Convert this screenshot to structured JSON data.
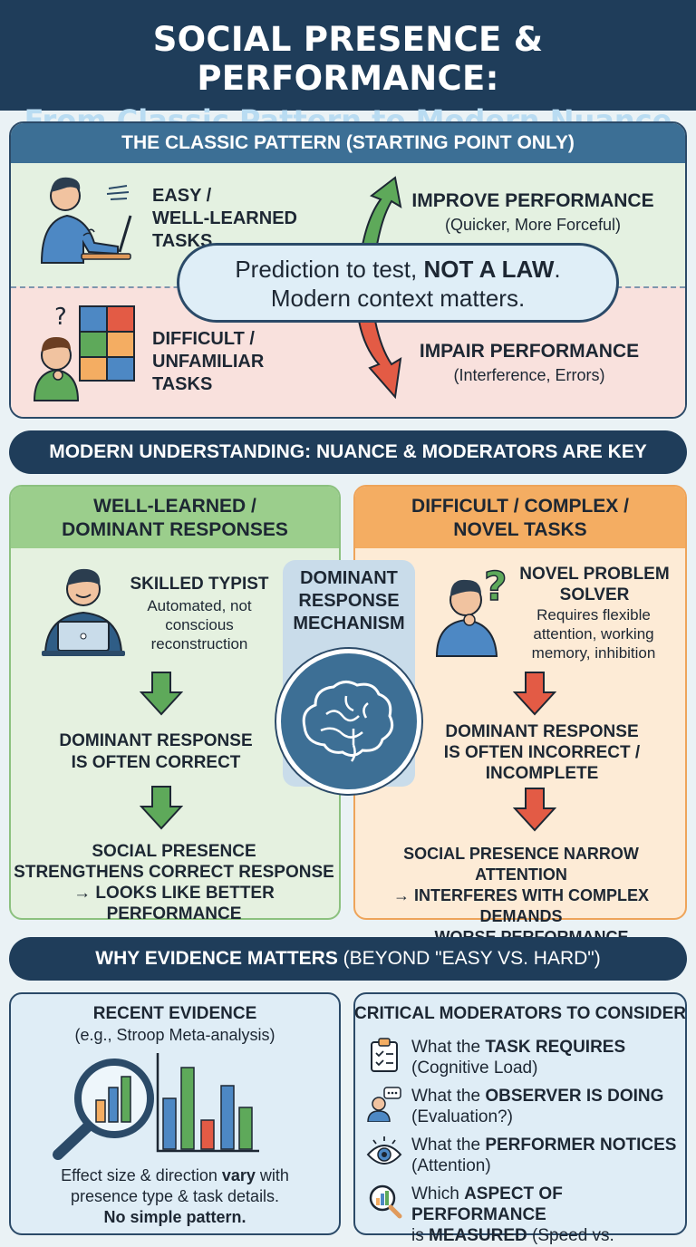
{
  "header": {
    "title": "SOCIAL PRESENCE & PERFORMANCE:",
    "subtitle": "From Classic Pattern to Modern Nuance"
  },
  "classic": {
    "title": "THE CLASSIC PATTERN (STARTING POINT ONLY)",
    "easy_label": "EASY / WELL-LEARNED TASKS",
    "easy_lines": [
      "EASY /",
      "WELL-LEARNED",
      "TASKS"
    ],
    "improve_head": "IMPROVE PERFORMANCE",
    "improve_sub": "(Quicker, More Forceful)",
    "difficult_lines": [
      "DIFFICULT /",
      "UNFAMILIAR",
      "TASKS"
    ],
    "impair_head": "IMPAIR PERFORMANCE",
    "impair_sub": "(Interference, Errors)",
    "callout_pre": "Prediction to test, ",
    "callout_bold": "NOT A LAW",
    "callout_post": ".",
    "callout_line2": "Modern context matters."
  },
  "modern": {
    "banner": "MODERN UNDERSTANDING: NUANCE & MODERATORS ARE KEY",
    "left": {
      "title_lines": [
        "WELL-LEARNED /",
        "DOMINANT RESPONSES"
      ],
      "person_title": "SKILLED TYPIST",
      "person_desc": [
        "Automated, not",
        "conscious",
        "reconstruction"
      ],
      "step1": [
        "DOMINANT RESPONSE",
        "IS OFTEN CORRECT"
      ],
      "step2": [
        "SOCIAL PRESENCE",
        "STRENGTHENS CORRECT RESPONSE",
        "→ LOOKS LIKE BETTER PERFORMANCE"
      ]
    },
    "center": {
      "lines": [
        "DOMINANT",
        "RESPONSE",
        "MECHANISM"
      ]
    },
    "right": {
      "title_lines": [
        "DIFFICULT / COMPLEX /",
        "NOVEL TASKS"
      ],
      "person_title": [
        "NOVEL PROBLEM",
        "SOLVER"
      ],
      "person_desc": [
        "Requires flexible",
        "attention, working",
        "memory, inhibition"
      ],
      "step1": [
        "DOMINANT RESPONSE",
        "IS OFTEN INCORRECT /",
        "INCOMPLETE"
      ],
      "step2": [
        "SOCIAL PRESENCE NARROW ATTENTION",
        "→ INTERFERES WITH COMPLEX DEMANDS",
        "→ WORSE PERFORMANCE"
      ]
    }
  },
  "evidence": {
    "banner_bold": "WHY EVIDENCE MATTERS",
    "banner_light": " (BEYOND \"EASY VS. HARD\")",
    "recent_title": "RECENT EVIDENCE",
    "recent_sub": "(e.g., Stroop Meta-analysis)",
    "summary_a": "Effect size & direction ",
    "summary_bold": "vary",
    "summary_b": " with",
    "summary_line2": "presence type & task details.",
    "summary_line3": "No simple pattern.",
    "moderators_title": "CRITICAL MODERATORS TO CONSIDER",
    "moderators": [
      {
        "icon": "clipboard-icon",
        "pre": "What the ",
        "bold": "TASK REQUIRES",
        "line2": "(Cognitive Load)"
      },
      {
        "icon": "observer-icon",
        "pre": "What the ",
        "bold": "OBSERVER IS DOING",
        "line2": "(Evaluation?)"
      },
      {
        "icon": "eye-icon",
        "pre": "What the ",
        "bold": "PERFORMER NOTICES",
        "line2": "(Attention)"
      },
      {
        "icon": "magnifier-chart-icon",
        "pre": "Which ",
        "bold": "ASPECT OF PERFORMANCE",
        "line2_pre": "is ",
        "line2_bold": "MEASURED",
        "line2_post": " (Speed vs. Accuracy)"
      }
    ]
  },
  "colors": {
    "navy": "#1f3d5a",
    "blue_bar": "#3c6f95",
    "green": "#5ea95a",
    "red": "#e35b45",
    "orange": "#f4ad62"
  }
}
